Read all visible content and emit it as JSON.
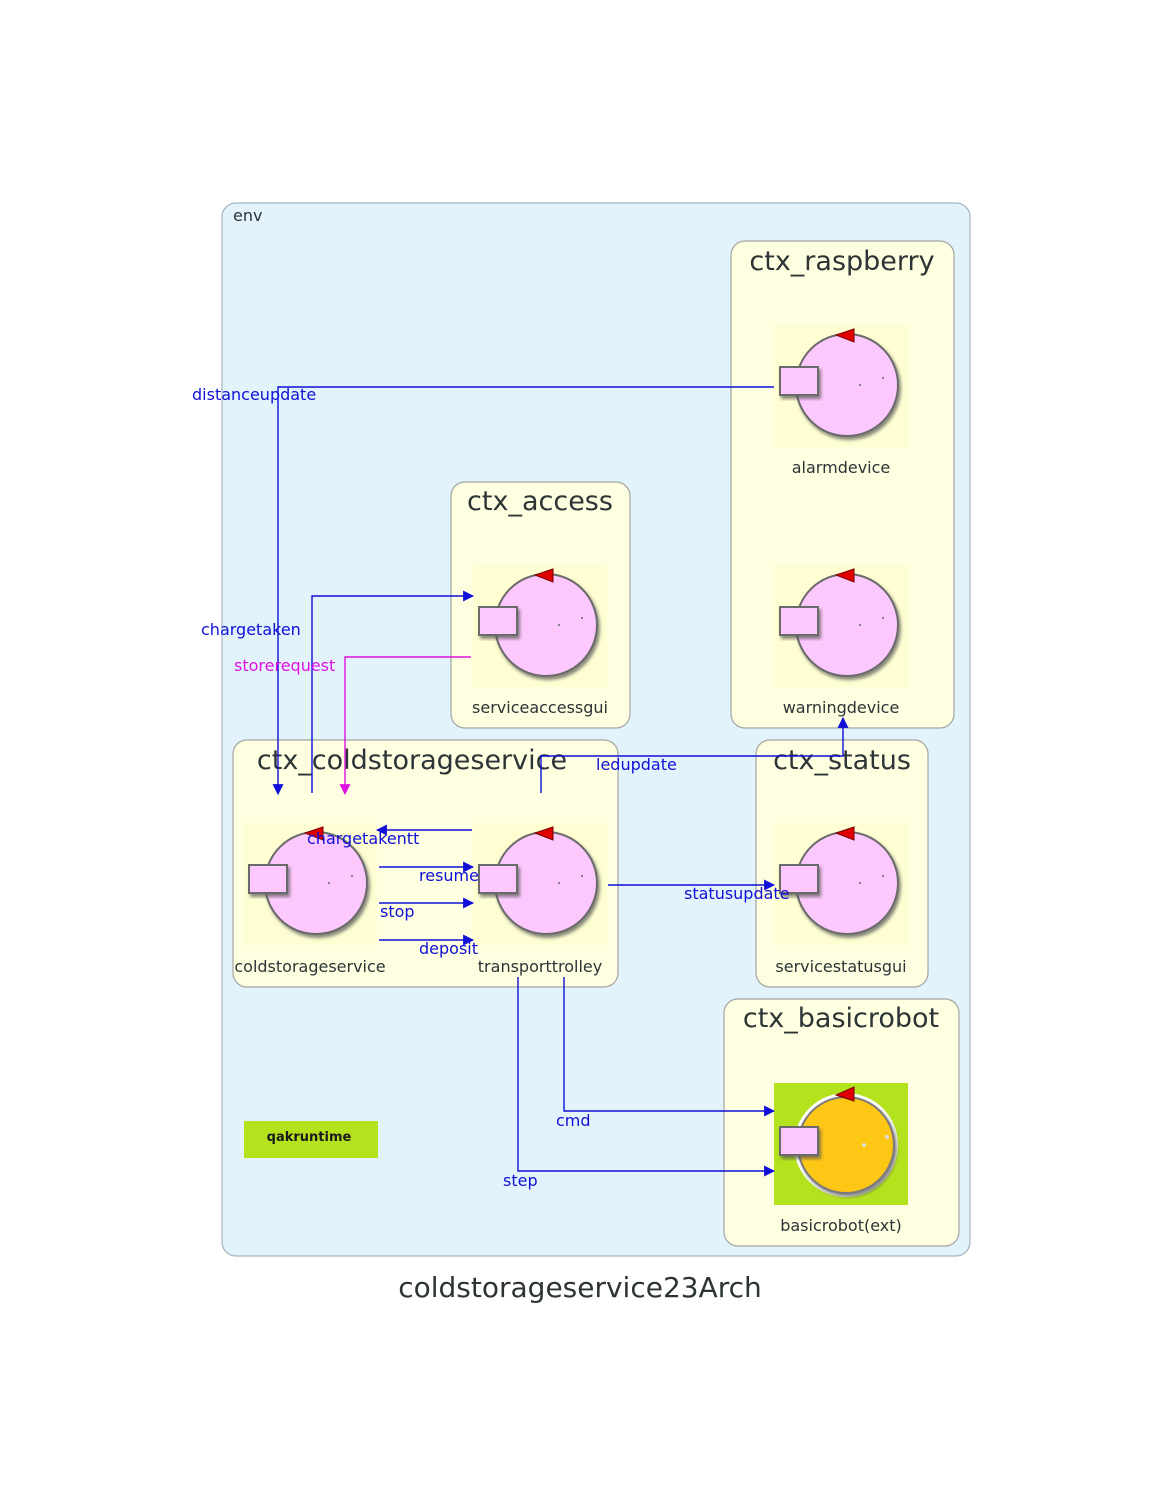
{
  "graph_title": "coldstorageservice23Arch",
  "env_label": "env",
  "runtime_badge": "qakruntime",
  "clusters": {
    "raspberry": "ctx_raspberry",
    "access": "ctx_access",
    "coldstorageservice": "ctx_coldstorageservice",
    "status": "ctx_status",
    "basicrobot": "ctx_basicrobot"
  },
  "actors": {
    "alarmdevice": "alarmdevice",
    "warningdevice": "warningdevice",
    "serviceaccessgui": "serviceaccessgui",
    "coldstorageservice": "coldstorageservice",
    "transporttrolley": "transporttrolley",
    "servicestatusgui": "servicestatusgui",
    "basicrobot": "basicrobot(ext)"
  },
  "edges": {
    "distanceupdate": "distanceupdate",
    "chargetaken": "chargetaken",
    "storerequest": "storerequest",
    "ledupdate": "ledupdate",
    "chargetakentt": "chargetakentt",
    "resume": "resume",
    "stop": "stop",
    "deposit": "deposit",
    "statusupdate": "statusupdate",
    "cmd": "cmd",
    "step": "step"
  },
  "colors": {
    "env_fill": "#e2f3fb",
    "cluster_fill": "#fefee0",
    "actor_body": "#fdc8fd",
    "ext_body": "#fec714",
    "ext_bg": "#b4e31e",
    "dispatch_edge": "#1010d8",
    "request_edge": "#e010e0"
  }
}
